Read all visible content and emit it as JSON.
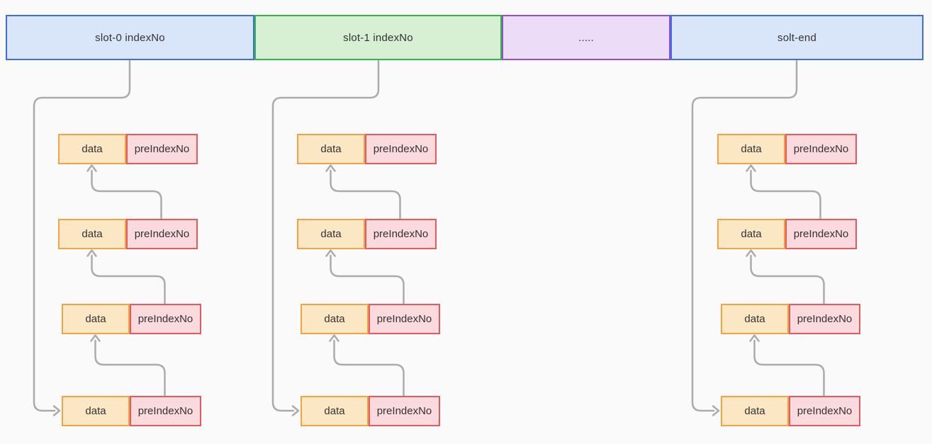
{
  "slots": [
    {
      "id": "slot-0",
      "label": "slot-0 indexNo",
      "variant": "blue"
    },
    {
      "id": "slot-1",
      "label": "slot-1 indexNo",
      "variant": "green"
    },
    {
      "id": "ellipsis",
      "label": ".....",
      "variant": "purple"
    },
    {
      "id": "slot-end",
      "label": "solt-end",
      "variant": "blue"
    }
  ],
  "columns": [
    {
      "slot": "slot-0",
      "nodes": [
        {
          "data": "data",
          "pre": "preIndexNo"
        },
        {
          "data": "data",
          "pre": "preIndexNo"
        },
        {
          "data": "data",
          "pre": "preIndexNo"
        },
        {
          "data": "data",
          "pre": "preIndexNo"
        }
      ]
    },
    {
      "slot": "slot-1",
      "nodes": [
        {
          "data": "data",
          "pre": "preIndexNo"
        },
        {
          "data": "data",
          "pre": "preIndexNo"
        },
        {
          "data": "data",
          "pre": "preIndexNo"
        },
        {
          "data": "data",
          "pre": "preIndexNo"
        }
      ]
    },
    {
      "slot": "slot-end",
      "nodes": [
        {
          "data": "data",
          "pre": "preIndexNo"
        },
        {
          "data": "data",
          "pre": "preIndexNo"
        },
        {
          "data": "data",
          "pre": "preIndexNo"
        },
        {
          "data": "data",
          "pre": "preIndexNo"
        }
      ]
    }
  ],
  "colors": {
    "background": "#fafafa",
    "slot_blue_fill": "#d9e6f9",
    "slot_blue_border": "#3e6de5",
    "slot_green_fill": "#d7f0d4",
    "slot_green_border": "#36b44a",
    "slot_purple_fill": "#ecdcf7",
    "slot_purple_border": "#9150d2",
    "data_cell_fill": "#fce7c5",
    "data_cell_border": "#f2a343",
    "preindex_cell_fill": "#fadadd",
    "preindex_cell_border": "#e35b5e",
    "connector": "#ababab",
    "text": "#333333"
  }
}
